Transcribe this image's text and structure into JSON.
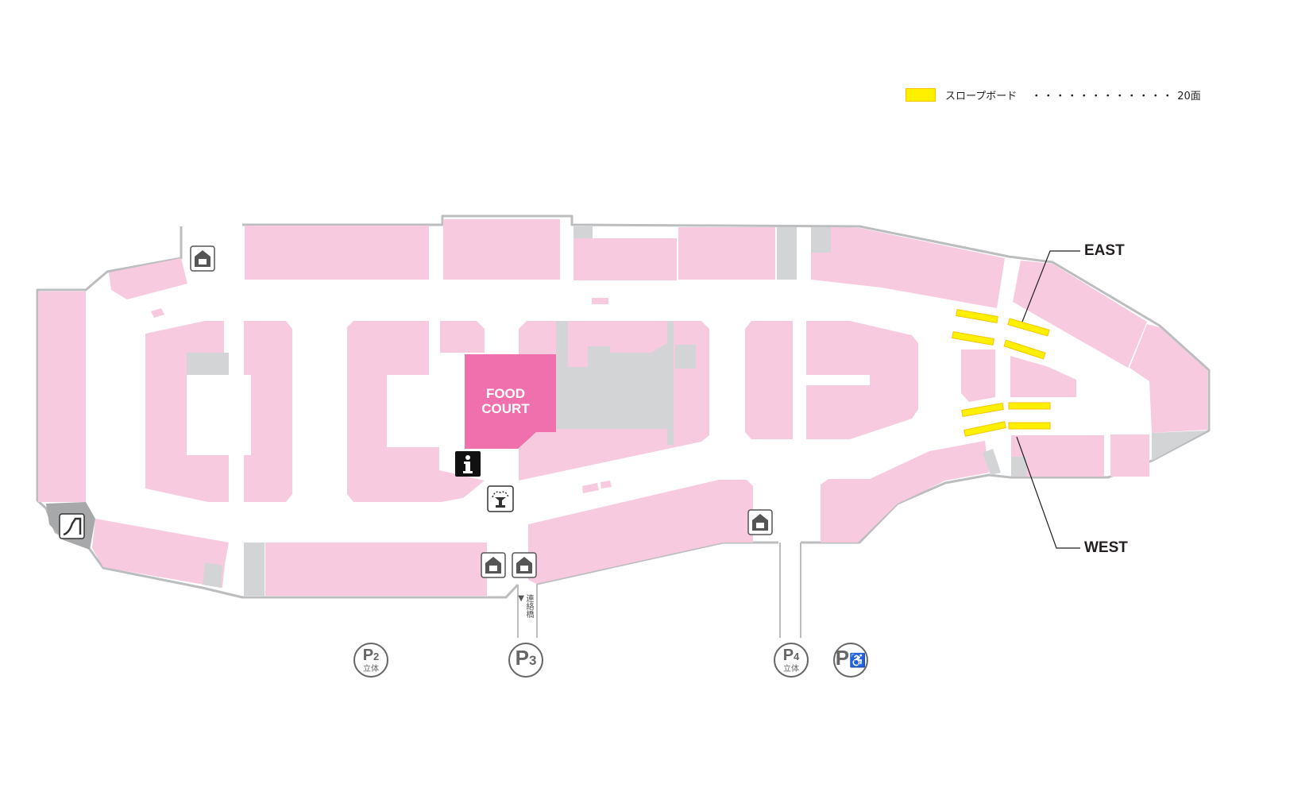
{
  "legend": {
    "label": "スロープボード",
    "dots": "・・・・・・・・・・・・",
    "count": "20面",
    "color": "#fff000"
  },
  "map": {
    "food_court": [
      "FOOD",
      "COURT"
    ],
    "east_label": "EAST",
    "west_label": "WEST",
    "bridge_label": "連絡橋",
    "bridge_arrow": "▼"
  },
  "parking": [
    {
      "name": "P",
      "num": "2",
      "sub": "立体"
    },
    {
      "name": "P",
      "num": "3",
      "sub": ""
    },
    {
      "name": "P",
      "num": "4",
      "sub": "立体"
    },
    {
      "name": "P",
      "num": "♿",
      "sub": ""
    }
  ],
  "colors": {
    "shop": "#f8cadf",
    "food_court": "#f06fad",
    "service": "#d3d4d5",
    "outline": "#bcbdbf",
    "slope": "#fff000"
  },
  "icons": [
    "shopping-bag-icon",
    "info-icon",
    "fountain-icon",
    "slide-icon",
    "wheelchair-icon"
  ]
}
